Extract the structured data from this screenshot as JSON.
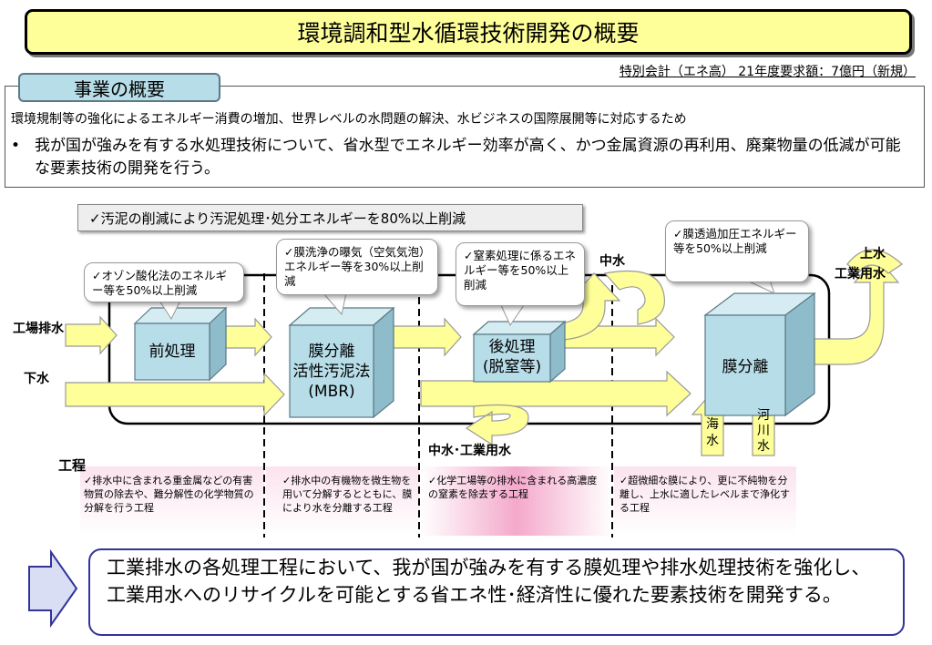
{
  "title": "環境調和型水循環技術開発の概要",
  "budget": "特別会計（エネ高）  21年度要求額：7億円（新規）",
  "overview": {
    "heading": "事業の概要",
    "line1": "環境規制等の強化によるエネルギー消費の増加、世界レベルの水問題の解決、水ビジネスの国際展開等に対応するため",
    "bullet_mark": "•",
    "bullet": "我が国が強みを有する水処理技術について、省水型でエネルギー効率が高く、かつ金属資源の再利用、廃棄物量の低減が可能な要素技術の開発を行う。"
  },
  "diagram": {
    "top_callout": "✓汚泥の削減により汚泥処理･処分エネルギーを80%以上削減",
    "callouts": {
      "ozone": "✓オゾン酸化法のエネルギー等を50%以上削減",
      "aeration": "✓膜洗浄の曝気（空気気泡）エネルギー等を30%以上削減",
      "nitrogen": "✓窒素処理に係るエネルギー等を50%以上削減",
      "ro": "✓膜透過加圧エネルギー等を50%以上削減"
    },
    "inputs": {
      "factory": "工場排水",
      "sewage": "下水"
    },
    "outputs": {
      "middle_water": "中水",
      "middle_industrial": "中水･工業用水",
      "top_water": "上水",
      "industrial_water": "工業用水"
    },
    "boxes": {
      "pre": "前処理",
      "mbr_line1": "膜分離",
      "mbr_line2": "活性汚泥法",
      "mbr_line3": "(MBR)",
      "post_line1": "後処理",
      "post_line2": "(脱窒等)",
      "membrane": "膜分離"
    },
    "sources": {
      "sea": "海水",
      "river": "河川水"
    },
    "process_label": "工程",
    "steps": [
      "✓排水中に含まれる重金属などの有害物質の除去や、難分解性の化学物質の分解を行う工程",
      "✓排水中の有機物を微生物を用いて分解するとともに、膜により水を分離する工程",
      "✓化学工場等の排水に含まれる高濃度の窒素を除去する工程",
      "✓超微細な膜により、更に不純物を分離し、上水に適したレベルまで浄化する工程"
    ]
  },
  "conclusion": "工業排水の各処理工程において、我が国が強みを有する膜処理や排水処理技術を強化し、工業用水へのリサイクルを可能とする省エネ性･経済性に優れた要素技術を開発する。",
  "colors": {
    "title_bg": "#ffff99",
    "tab_bg": "#b7dde8",
    "box_face": "#b7dde8",
    "arrow": "#ffff99",
    "band_pink": "#f6b7d4",
    "accent_blue": "#33339a"
  }
}
